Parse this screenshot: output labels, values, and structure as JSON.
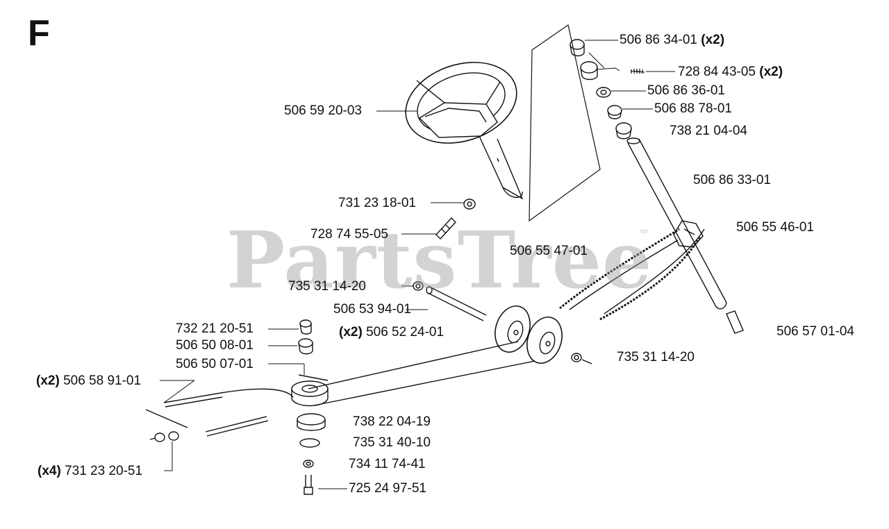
{
  "section_letter": "F",
  "watermark": {
    "text": "PartsTree",
    "trademark": "™"
  },
  "callouts": [
    {
      "id": "p1",
      "prefix": "",
      "part": "506 86 34-01",
      "suffix": "(x2)"
    },
    {
      "id": "p2",
      "prefix": "",
      "part": "728 84 43-05",
      "suffix": "(x2)"
    },
    {
      "id": "p3",
      "prefix": "",
      "part": "506 86 36-01",
      "suffix": ""
    },
    {
      "id": "p4",
      "prefix": "",
      "part": "506 88 78-01",
      "suffix": ""
    },
    {
      "id": "p5",
      "prefix": "",
      "part": "738 21 04-04",
      "suffix": ""
    },
    {
      "id": "p6",
      "prefix": "",
      "part": "506 59 20-03",
      "suffix": ""
    },
    {
      "id": "p7",
      "prefix": "",
      "part": "506 86 33-01",
      "suffix": ""
    },
    {
      "id": "p8",
      "prefix": "",
      "part": "731 23 18-01",
      "suffix": ""
    },
    {
      "id": "p9",
      "prefix": "",
      "part": "506 55 46-01",
      "suffix": ""
    },
    {
      "id": "p10",
      "prefix": "",
      "part": "728 74 55-05",
      "suffix": ""
    },
    {
      "id": "p11",
      "prefix": "",
      "part": "506 55 47-01",
      "suffix": ""
    },
    {
      "id": "p12",
      "prefix": "",
      "part": "735 31 14-20",
      "suffix": ""
    },
    {
      "id": "p13",
      "prefix": "",
      "part": "506 53 94-01",
      "suffix": ""
    },
    {
      "id": "p14",
      "prefix": "(x2)",
      "part": "506 52 24-01",
      "suffix": ""
    },
    {
      "id": "p15",
      "prefix": "",
      "part": "732 21 20-51",
      "suffix": ""
    },
    {
      "id": "p16",
      "prefix": "",
      "part": "506 57 01-04",
      "suffix": ""
    },
    {
      "id": "p17",
      "prefix": "",
      "part": "506 50 08-01",
      "suffix": ""
    },
    {
      "id": "p18",
      "prefix": "",
      "part": "735 31 14-20",
      "suffix": ""
    },
    {
      "id": "p19",
      "prefix": "",
      "part": "506 50 07-01",
      "suffix": ""
    },
    {
      "id": "p20",
      "prefix": "(x2)",
      "part": "506 58 91-01",
      "suffix": ""
    },
    {
      "id": "p21",
      "prefix": "",
      "part": "738 22 04-19",
      "suffix": ""
    },
    {
      "id": "p22",
      "prefix": "",
      "part": "735 31 40-10",
      "suffix": ""
    },
    {
      "id": "p23",
      "prefix": "",
      "part": "734 11 74-41",
      "suffix": ""
    },
    {
      "id": "p24",
      "prefix": "(x4)",
      "part": "731 23 20-51",
      "suffix": ""
    },
    {
      "id": "p25",
      "prefix": "",
      "part": "725 24 97-51",
      "suffix": ""
    }
  ]
}
